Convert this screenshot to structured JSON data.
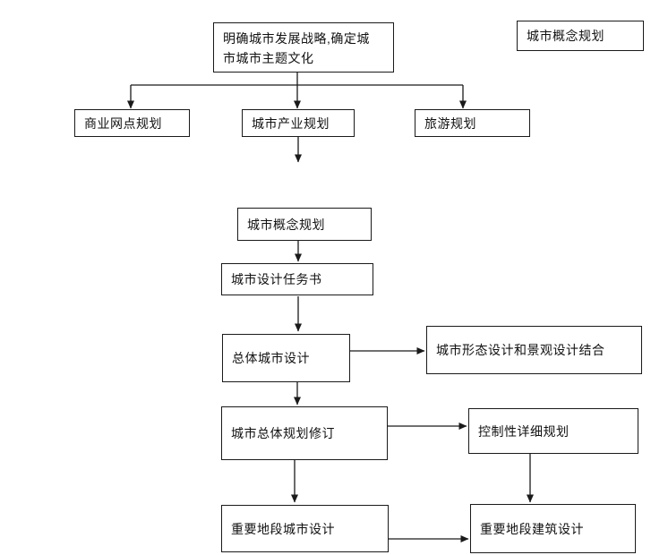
{
  "diagram": {
    "type": "flowchart",
    "background_color": "#ffffff",
    "line_color": "#1a1a1a",
    "text_color": "#111111",
    "nodes": [
      {
        "id": "strategy",
        "lines": [
          "明确城市发展战略,确定城",
          "市城市主题文化"
        ]
      },
      {
        "id": "concept-plan-standalone",
        "label": "城市概念规划"
      },
      {
        "id": "commercial-network-plan",
        "label": "商业网点规划"
      },
      {
        "id": "industry-plan",
        "label": "城市产业规划"
      },
      {
        "id": "tourism-plan",
        "label": "旅游规划"
      },
      {
        "id": "concept-plan",
        "label": "城市概念规划"
      },
      {
        "id": "design-task-book",
        "label": "城市设计任务书"
      },
      {
        "id": "overall-urban-design",
        "label": "总体城市设计"
      },
      {
        "id": "form-landscape-design",
        "label": "城市形态设计和景观设计结合"
      },
      {
        "id": "master-plan-revision",
        "label": "城市总体规划修订"
      },
      {
        "id": "regulatory-detailed-plan",
        "label": "控制性详细规划"
      },
      {
        "id": "key-area-urban-design",
        "label": "重要地段城市设计"
      },
      {
        "id": "key-area-building-design",
        "label": "重要地段建筑设计"
      }
    ],
    "edges": [
      {
        "from": "strategy",
        "to": "commercial-network-plan"
      },
      {
        "from": "strategy",
        "to": "industry-plan"
      },
      {
        "from": "strategy",
        "to": "tourism-plan"
      },
      {
        "from": "industry-plan",
        "to": "concept-plan"
      },
      {
        "from": "concept-plan",
        "to": "design-task-book"
      },
      {
        "from": "design-task-book",
        "to": "overall-urban-design"
      },
      {
        "from": "overall-urban-design",
        "to": "form-landscape-design"
      },
      {
        "from": "overall-urban-design",
        "to": "master-plan-revision"
      },
      {
        "from": "master-plan-revision",
        "to": "regulatory-detailed-plan"
      },
      {
        "from": "master-plan-revision",
        "to": "key-area-urban-design"
      },
      {
        "from": "regulatory-detailed-plan",
        "to": "key-area-building-design"
      },
      {
        "from": "key-area-urban-design",
        "to": "key-area-building-design"
      }
    ]
  }
}
